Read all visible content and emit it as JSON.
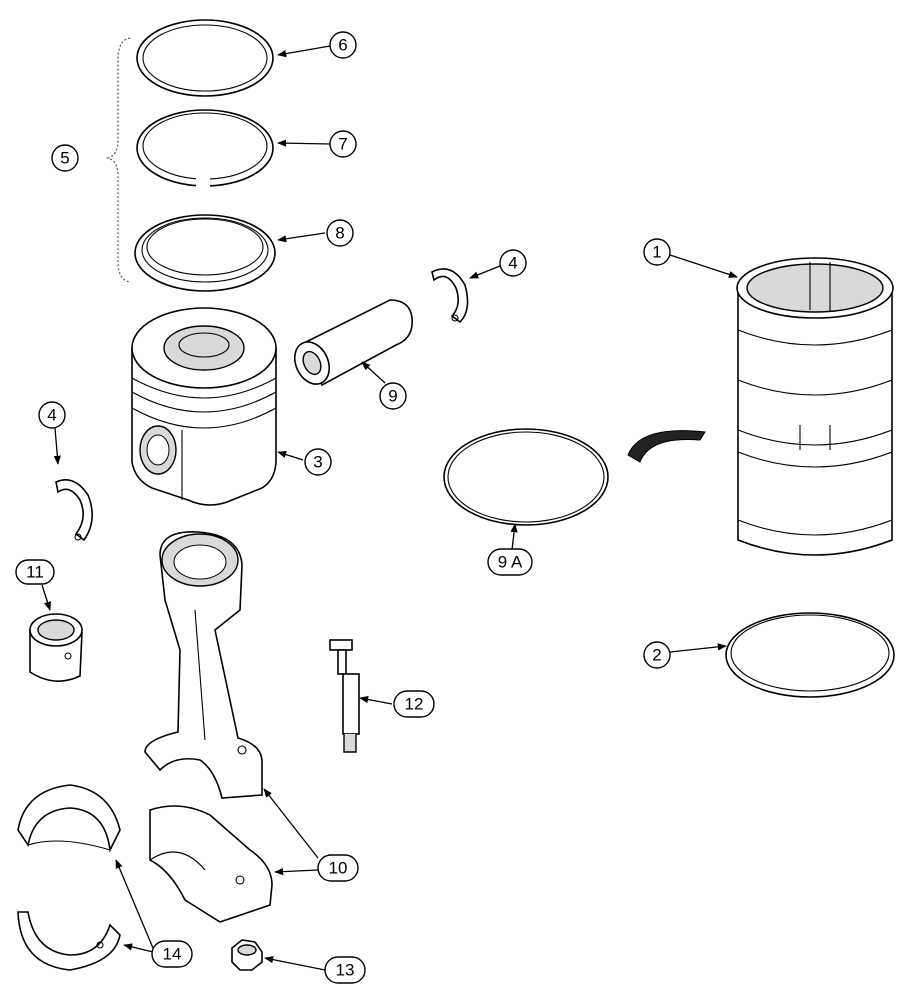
{
  "diagram": {
    "callouts": [
      {
        "id": "c1",
        "label": "1"
      },
      {
        "id": "c2",
        "label": "2"
      },
      {
        "id": "c3",
        "label": "3"
      },
      {
        "id": "c4a",
        "label": "4"
      },
      {
        "id": "c4b",
        "label": "4"
      },
      {
        "id": "c5",
        "label": "5"
      },
      {
        "id": "c6",
        "label": "6"
      },
      {
        "id": "c7",
        "label": "7"
      },
      {
        "id": "c8",
        "label": "8"
      },
      {
        "id": "c9",
        "label": "9"
      },
      {
        "id": "c9a",
        "label": "9 A"
      },
      {
        "id": "c10",
        "label": "10"
      },
      {
        "id": "c11",
        "label": "11"
      },
      {
        "id": "c12",
        "label": "12"
      },
      {
        "id": "c13",
        "label": "13"
      },
      {
        "id": "c14",
        "label": "14"
      }
    ]
  }
}
